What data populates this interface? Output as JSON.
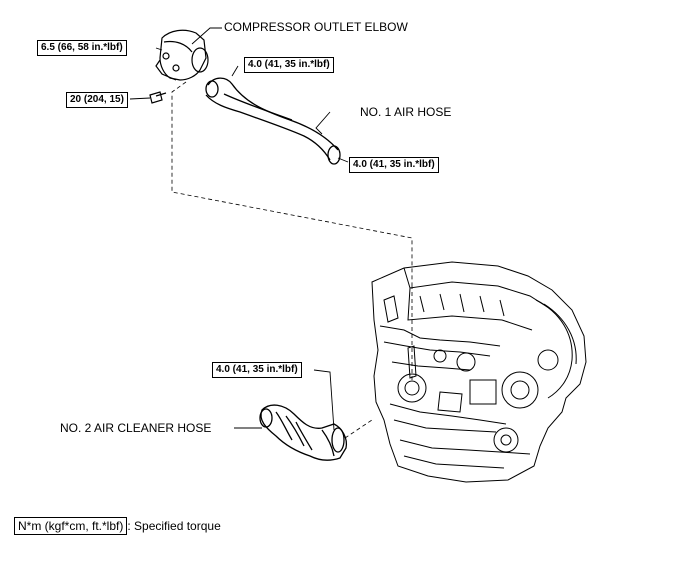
{
  "labels": {
    "compressor_outlet_elbow": "COMPRESSOR OUTLET ELBOW",
    "no1_air_hose": "NO. 1 AIR HOSE",
    "no2_air_cleaner_hose": "NO. 2 AIR CLEANER HOSE"
  },
  "torques": {
    "elbow": "6.5 (66, 58 in.*lbf)",
    "bolt": "20 (204, 15)",
    "hose1_top": "4.0 (41, 35 in.*lbf)",
    "hose1_bottom": "4.0 (41, 35 in.*lbf)",
    "hose2": "4.0 (41, 35 in.*lbf)"
  },
  "legend": {
    "unit": "N*m (kgf*cm, ft.*lbf)",
    "text": ": Specified torque"
  }
}
